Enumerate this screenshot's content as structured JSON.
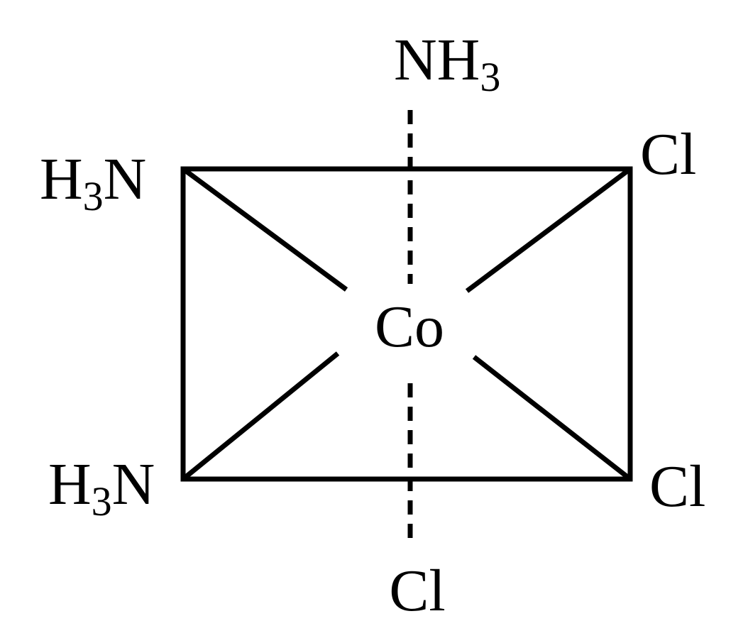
{
  "molecule": {
    "center": "Co",
    "ligands": {
      "top": {
        "main": "NH",
        "sub": "3"
      },
      "upper_left": {
        "sub": "3",
        "main": "N",
        "prefix": "H"
      },
      "upper_right": {
        "main": "Cl"
      },
      "lower_left": {
        "sub": "3",
        "main": "N",
        "prefix": "H"
      },
      "lower_right": {
        "main": "Cl"
      },
      "bottom": {
        "main": "Cl"
      }
    }
  }
}
